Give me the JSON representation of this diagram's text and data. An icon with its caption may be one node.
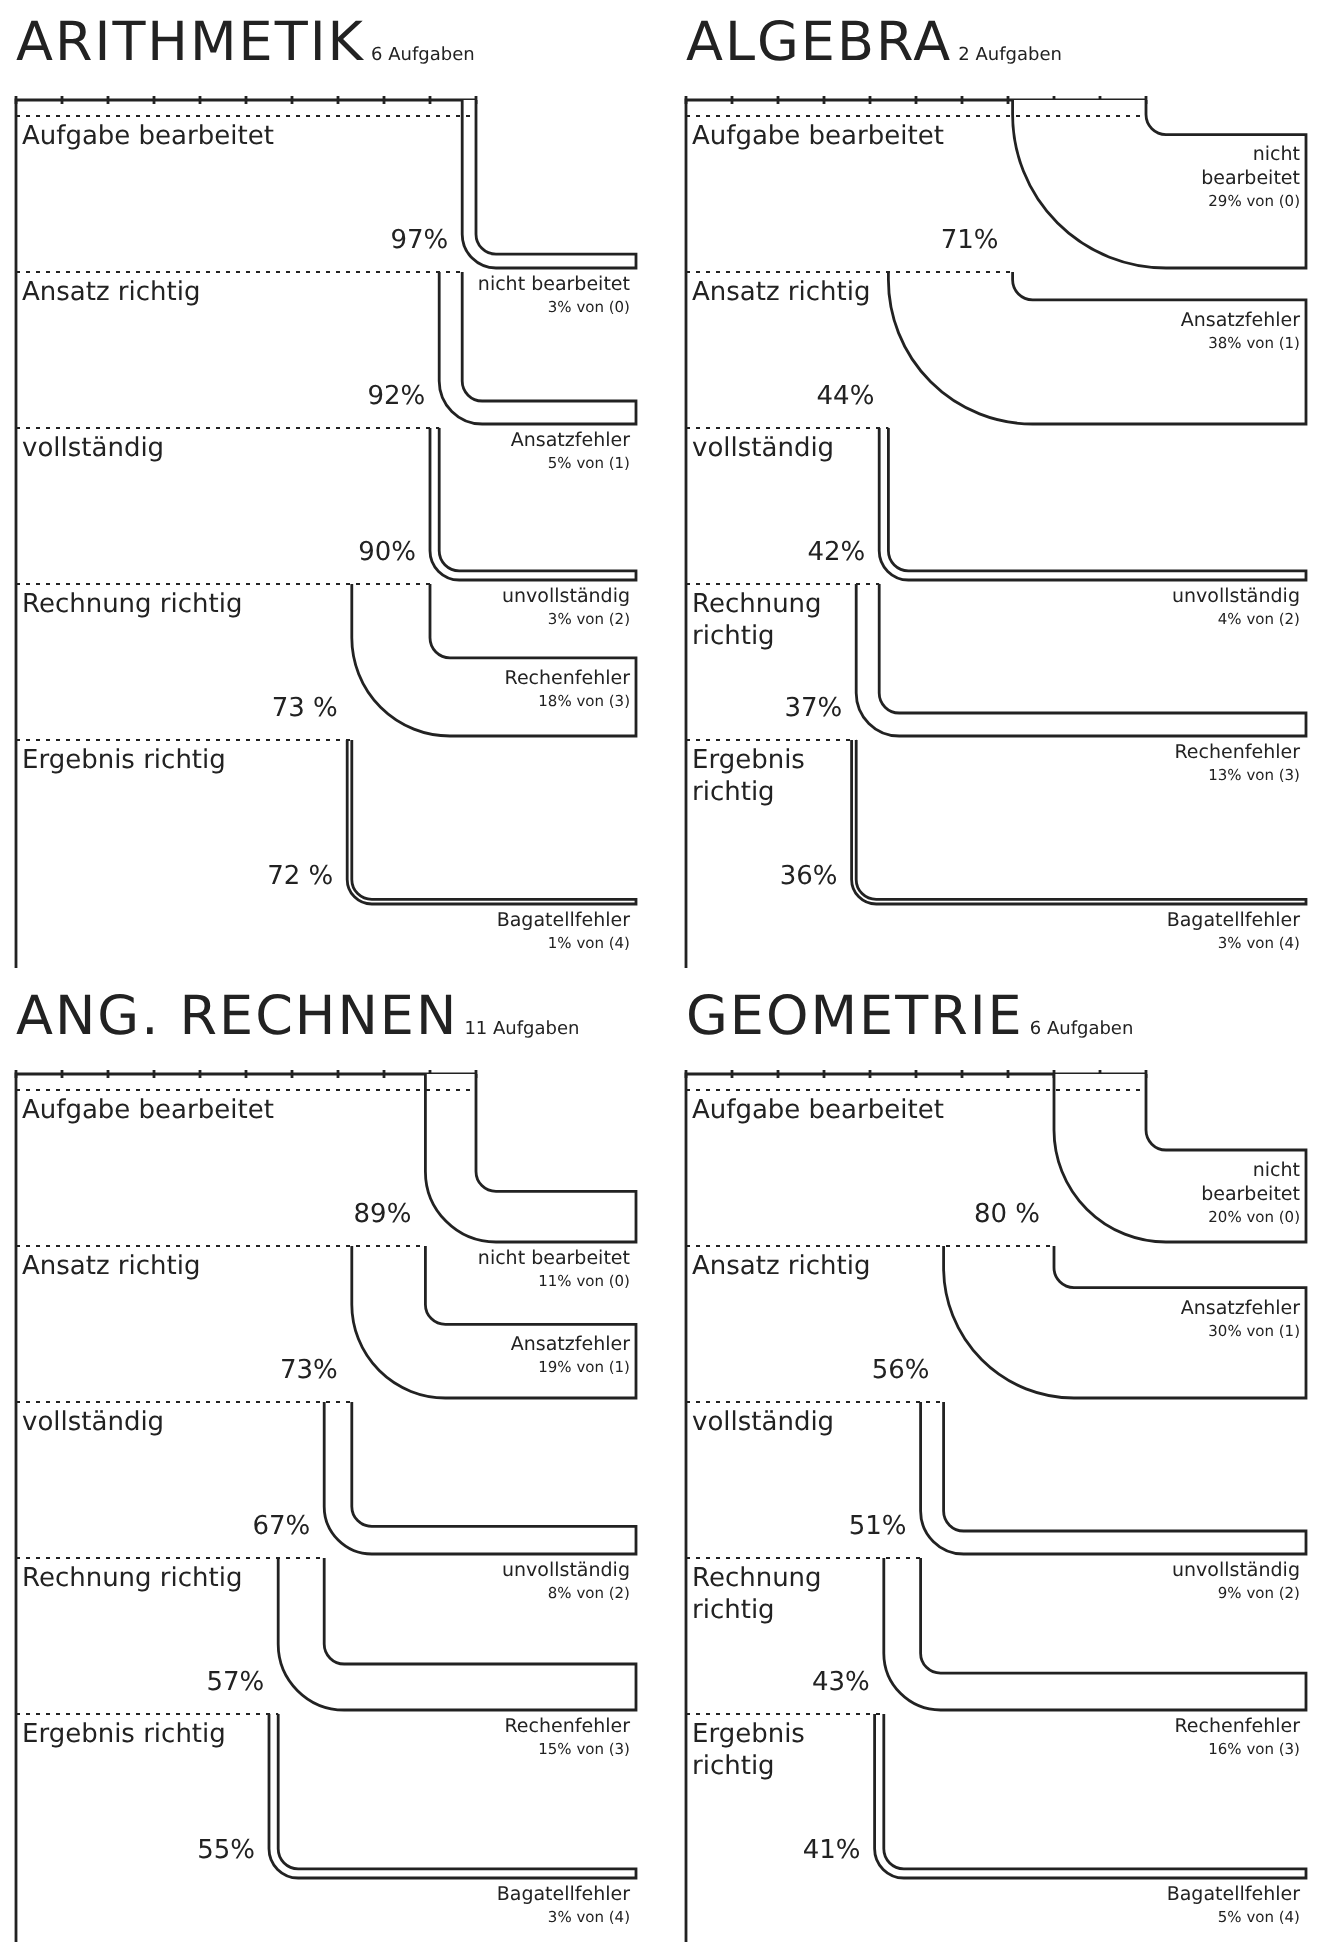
{
  "diagram": {
    "nodes": [
      {
        "text": [
          "ARITHMETIK",
          "6 Aufgaben"
        ]
      },
      {
        "text": [
          "Aufgabe bearbeitet",
          "97%"
        ],
        "in": 0
      },
      {
        "text": [
          "nicht bearbeitet",
          "3% von (0)"
        ],
        "in": 0
      },
      {
        "text": [
          "Ansatz richtig",
          "92%"
        ],
        "in": 0
      },
      {
        "text": [
          "Ansatzfehler",
          "5% von (1)"
        ],
        "in": 0
      },
      {
        "text": [
          "vollständig",
          "90%"
        ],
        "in": 0
      },
      {
        "text": [
          "unvollständig",
          "3% von (2)"
        ],
        "in": 0
      },
      {
        "text": [
          "Rechnung richtig",
          "73 %"
        ],
        "in": 0
      },
      {
        "text": [
          "Rechenfehler",
          "18% von (3)"
        ],
        "in": 0
      },
      {
        "text": [
          "Ergebnis richtig",
          "72 %"
        ],
        "in": 0
      },
      {
        "text": [
          "Bagatellfehler",
          "1% von (4)"
        ],
        "in": 0
      },
      {
        "text": [
          "ALGEBRA",
          "2 Aufgaben"
        ]
      },
      {
        "text": [
          "Aufgabe bearbeitet",
          "71%"
        ],
        "in": 11
      },
      {
        "text": [
          "nicht bearbeitet",
          "29% von (0)"
        ],
        "in": 11
      },
      {
        "text": [
          "Ansatz richtig",
          "44%"
        ],
        "in": 11
      },
      {
        "text": [
          "Ansatzfehler",
          "38% von (1)"
        ],
        "in": 11
      },
      {
        "text": [
          "vollständig",
          "42%"
        ],
        "in": 11
      },
      {
        "text": [
          "unvollständig",
          "4% von (2)"
        ],
        "in": 11
      },
      {
        "text": [
          "Rechnung richtig",
          "37%"
        ],
        "in": 11
      },
      {
        "text": [
          "Rechenfehler",
          "13% von (3)"
        ],
        "in": 11
      },
      {
        "text": [
          "Ergebnis richtig",
          "36%"
        ],
        "in": 11
      },
      {
        "text": [
          "Bagatellfehler",
          "3% von (4)"
        ],
        "in": 11
      },
      {
        "text": [
          "ANG. RECHNEN",
          "11 Aufgaben"
        ]
      },
      {
        "text": [
          "Aufgabe bearbeitet",
          "89%"
        ],
        "in": 22
      },
      {
        "text": [
          "nicht bearbeitet",
          "11% von (0)"
        ],
        "in": 22
      },
      {
        "text": [
          "Ansatz richtig",
          "73%"
        ],
        "in": 22
      },
      {
        "text": [
          "Ansatzfehler",
          "19% von (1)"
        ],
        "in": 22
      },
      {
        "text": [
          "vollständig",
          "67%"
        ],
        "in": 22
      },
      {
        "text": [
          "unvollständig",
          "8% von (2)"
        ],
        "in": 22
      },
      {
        "text": [
          "Rechnung richtig",
          "57%"
        ],
        "in": 22
      },
      {
        "text": [
          "Rechenfehler",
          "15% von (3)"
        ],
        "in": 22
      },
      {
        "text": [
          "Ergebnis richtig",
          "55%"
        ],
        "in": 22
      },
      {
        "text": [
          "Bagatellfehler",
          "3% von (4)"
        ],
        "in": 22
      },
      {
        "text": [
          "GEOMETRIE",
          "6 Aufgaben"
        ]
      },
      {
        "text": [
          "Aufgabe bearbeitet",
          "80 %"
        ],
        "in": 33
      },
      {
        "text": [
          "nicht bearbeitet",
          "20% von (0)"
        ],
        "in": 33
      },
      {
        "text": [
          "Ansatz richtig",
          "56%"
        ],
        "in": 33
      },
      {
        "text": [
          "Ansatzfehler",
          "30% von (1)"
        ],
        "in": 33
      },
      {
        "text": [
          "vollständig",
          "51%"
        ],
        "in": 33
      },
      {
        "text": [
          "unvollständig",
          "9% von (2)"
        ],
        "in": 33
      },
      {
        "text": [
          "Rechnung richtig",
          "43%"
        ],
        "in": 33
      },
      {
        "text": [
          "Rechenfehler",
          "16% von (3)"
        ],
        "in": 33
      },
      {
        "text": [
          "Ergebnis richtig",
          "41%"
        ],
        "in": 33
      },
      {
        "text": [
          "Bagatellfehler",
          "5% von (4)"
        ],
        "in": 33
      }
    ]
  }
}
